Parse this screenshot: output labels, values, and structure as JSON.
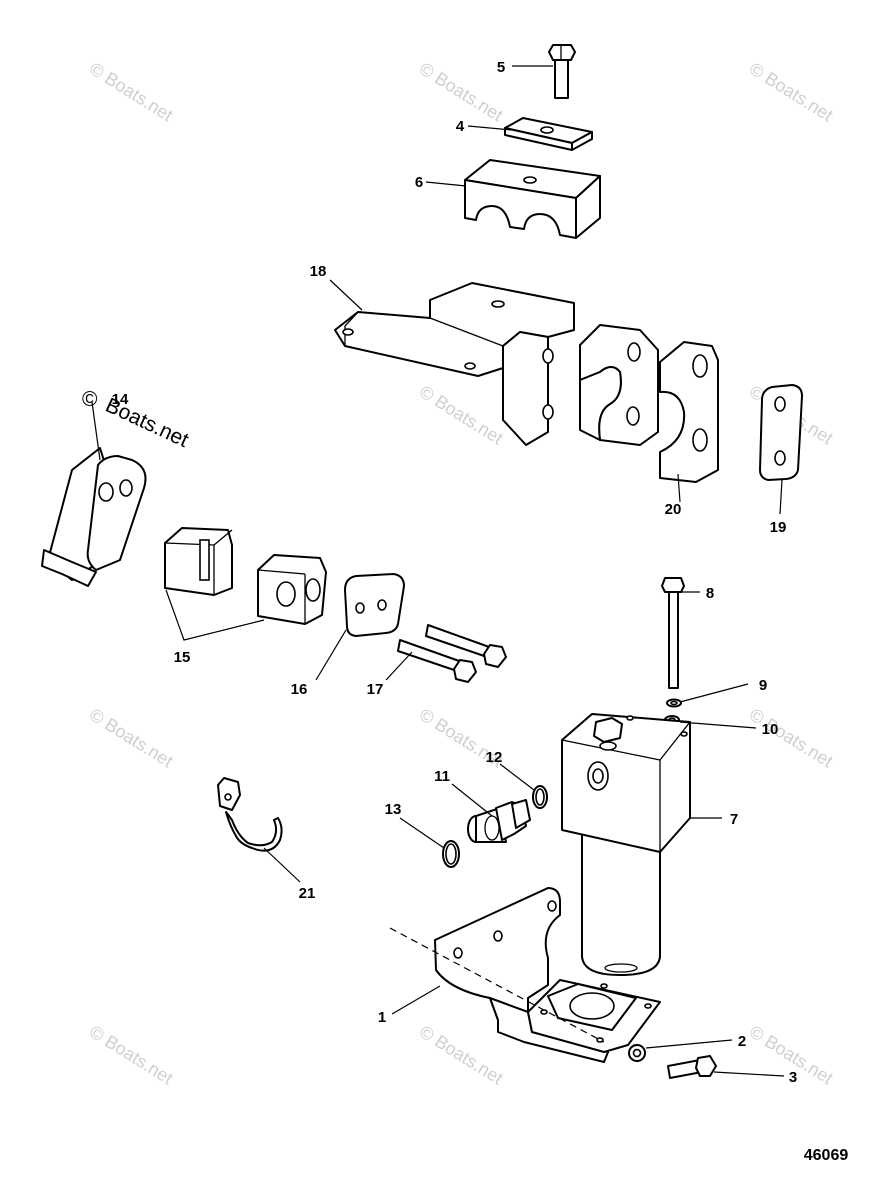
{
  "drawing_id": "46069",
  "watermark": {
    "text": "© Boats.net",
    "copy": "©",
    "brand": "Boats.net"
  },
  "callouts": [
    "1",
    "2",
    "3",
    "4",
    "5",
    "6",
    "7",
    "8",
    "9",
    "10",
    "11",
    "12",
    "13",
    "14",
    "15",
    "16",
    "17",
    "18",
    "19",
    "20",
    "21"
  ]
}
